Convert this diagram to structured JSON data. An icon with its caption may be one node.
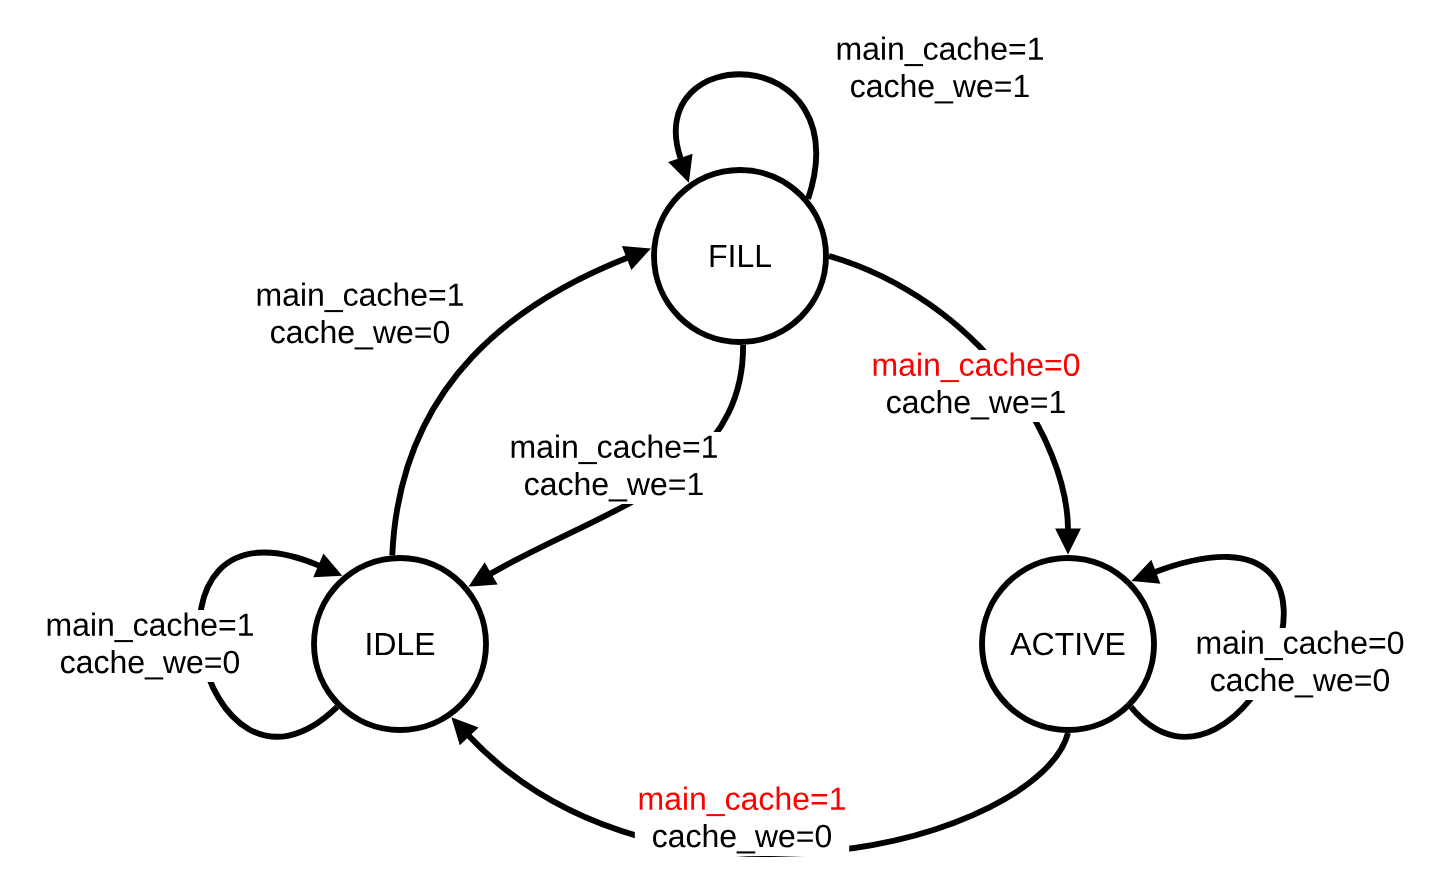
{
  "diagram": {
    "nodes": [
      {
        "text": [
          "FILL"
        ]
      },
      {
        "text": [
          "IDLE"
        ]
      },
      {
        "text": [
          "ACTIVE"
        ]
      }
    ],
    "edges": [
      {
        "from": 0,
        "to": 0,
        "arrow": "to",
        "label": [
          "main_cache=1",
          "cache_we=1"
        ]
      },
      {
        "from": 1,
        "to": 0,
        "arrow": "to",
        "label": [
          "main_cache=1",
          "cache_we=0"
        ]
      },
      {
        "from": 0,
        "to": 1,
        "arrow": "to",
        "label": [
          "main_cache=1",
          "cache_we=1"
        ]
      },
      {
        "from": 0,
        "to": 2,
        "arrow": "to",
        "label": [
          "main_cache=0",
          "cache_we=1"
        ]
      },
      {
        "from": 1,
        "to": 1,
        "arrow": "to",
        "label": [
          "main_cache=1",
          "cache_we=0"
        ]
      },
      {
        "from": 2,
        "to": 2,
        "arrow": "to",
        "label": [
          "main_cache=0",
          "cache_we=0"
        ]
      },
      {
        "from": 2,
        "to": 1,
        "arrow": "to",
        "label": [
          "main_cache=1",
          "cache_we=0"
        ]
      }
    ]
  }
}
